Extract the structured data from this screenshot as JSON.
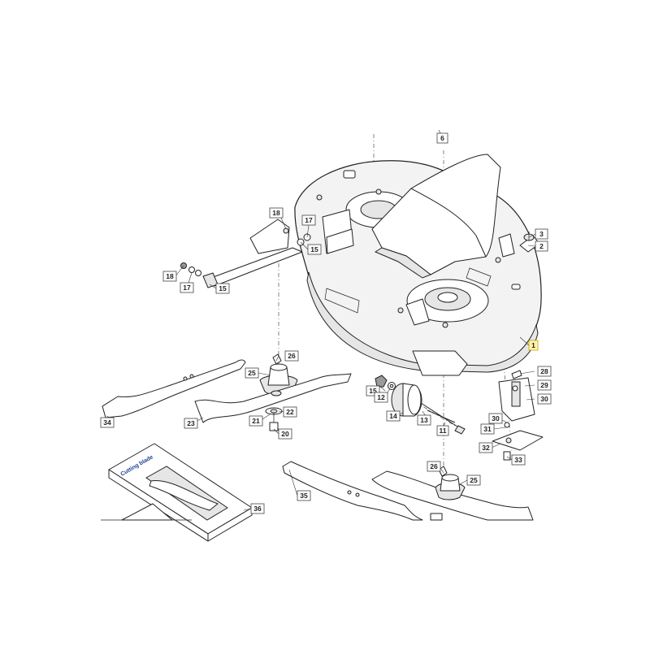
{
  "callouts": {
    "c1": "1",
    "c2": "2",
    "c3": "3",
    "c6": "6",
    "c11": "11",
    "c12": "12",
    "c13": "13",
    "c14": "14",
    "c15a": "15",
    "c15b": "15",
    "c17a": "17",
    "c17b": "17",
    "c18a": "18",
    "c18b": "18",
    "c20": "20",
    "c21": "21",
    "c22": "22",
    "c23": "23",
    "c25a": "25",
    "c25b": "25",
    "c26a": "26",
    "c26b": "26",
    "c28": "28",
    "c29": "29",
    "c30a": "30",
    "c30b": "30",
    "c31": "31",
    "c32": "32",
    "c33": "33",
    "c34": "34",
    "c35": "35",
    "c36": "36"
  },
  "blade_box_label": "Cutting blade",
  "colors": {
    "highlight": "#fff3b0",
    "line": "#222222",
    "box_text": "#1b3f8f"
  }
}
